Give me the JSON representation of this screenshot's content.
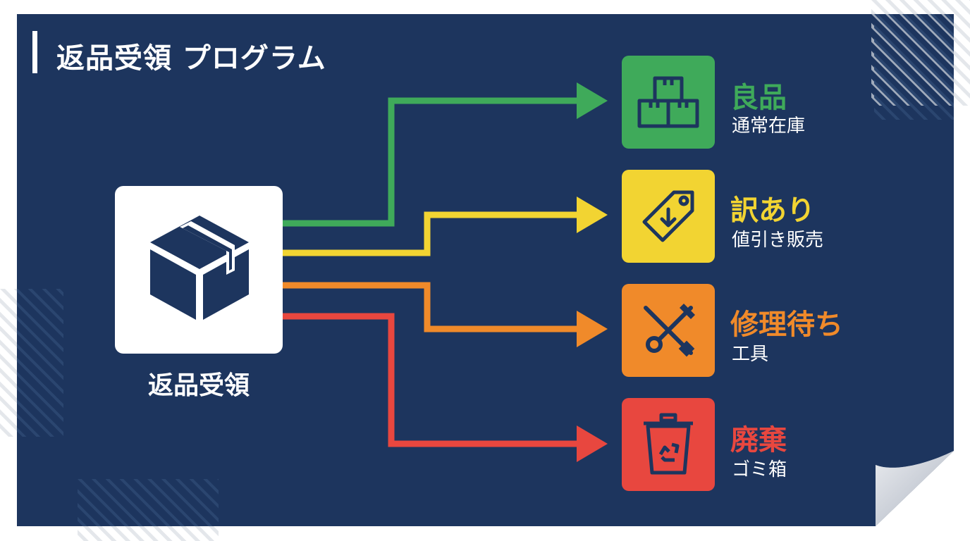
{
  "header": {
    "title": "返品受領 プログラム"
  },
  "source": {
    "label": "返品受領",
    "icon": "package-box-icon"
  },
  "categories": [
    {
      "title": "良品",
      "subtitle": "通常在庫",
      "color": "#3faa5a",
      "icon": "stacked-boxes-icon"
    },
    {
      "title": "訳あり",
      "subtitle": "値引き販売",
      "color": "#f2d432",
      "icon": "price-tag-icon"
    },
    {
      "title": "修理待ち",
      "subtitle": "工具",
      "color": "#f08a2a",
      "icon": "wrench-screwdriver-icon"
    },
    {
      "title": "廃棄",
      "subtitle": "ゴミ箱",
      "color": "#e8473f",
      "icon": "recycle-bin-icon"
    }
  ],
  "colors": {
    "background": "#1d355e",
    "foreground": "#ffffff"
  }
}
